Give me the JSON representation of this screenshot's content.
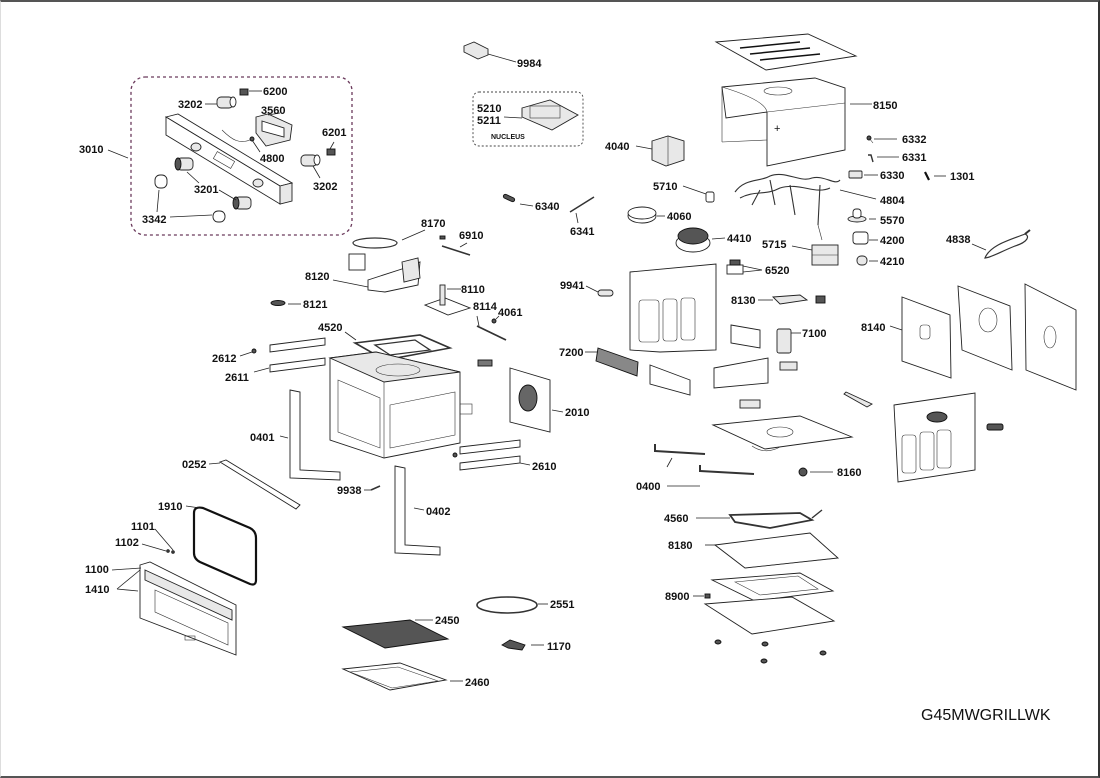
{
  "diagram": {
    "title": "Exploded parts diagram",
    "model_code": "G45MWGRILLWK",
    "subassembly_labels": {
      "control_panel_group": "3010",
      "pcb_group_note": "NUCLEUS"
    },
    "labels": {
      "p3010": "3010",
      "p3202a": "3202",
      "p6200": "6200",
      "p3560": "3560",
      "p6201": "6201",
      "p4800": "4800",
      "p3202b": "3202",
      "p3201": "3201",
      "p3342": "3342",
      "p9984": "9984",
      "p5210": "5210",
      "p5211": "5211",
      "p4040": "4040",
      "p8150": "8150",
      "p6332": "6332",
      "p6331": "6331",
      "p6330": "6330",
      "p1301": "1301",
      "p4804": "4804",
      "p5570": "5570",
      "p4200": "4200",
      "p4210": "4210",
      "p4838": "4838",
      "p5710": "5710",
      "p6340": "6340",
      "p6341": "6341",
      "p4060": "4060",
      "p4410": "4410",
      "p5715": "5715",
      "p6520": "6520",
      "p9941": "9941",
      "p8130": "8130",
      "p7100": "7100",
      "p8140": "8140",
      "p7200": "7200",
      "p2010": "2010",
      "p8170": "8170",
      "p6910": "6910",
      "p8120": "8120",
      "p8110": "8110",
      "p8121": "8121",
      "p8114": "8114",
      "p4061": "4061",
      "p4520": "4520",
      "p2612": "2612",
      "p2611": "2611",
      "p0401": "0401",
      "p0252": "0252",
      "p2610": "2610",
      "p9938": "9938",
      "p0402": "0402",
      "p1910": "1910",
      "p1101": "1101",
      "p1102": "1102",
      "p1100": "1100",
      "p1410": "1410",
      "p2450": "2450",
      "p2551": "2551",
      "p1170": "1170",
      "p2460": "2460",
      "p0400": "0400",
      "p8160": "8160",
      "p4560": "4560",
      "p8180": "8180",
      "p8900": "8900"
    }
  }
}
